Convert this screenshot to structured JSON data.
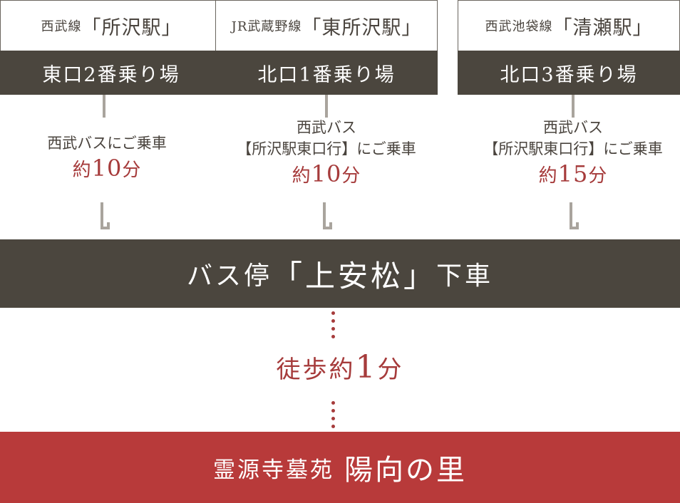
{
  "routes": [
    {
      "line": "西武線",
      "station": "「所沢駅」",
      "platform": "東口2番乗り場",
      "bus_lines": [
        "西武バスにご乗車"
      ],
      "duration_prefix": "約",
      "duration_value": "10",
      "duration_unit": "分"
    },
    {
      "line": "JR武蔵野線",
      "station": "「東所沢駅」",
      "platform": "北口1番乗り場",
      "bus_lines": [
        "西武バス",
        "【所沢駅東口行】にご乗車"
      ],
      "duration_prefix": "約",
      "duration_value": "10",
      "duration_unit": "分"
    },
    {
      "line": "西武池袋線",
      "station": "「清瀬駅」",
      "platform": "北口3番乗り場",
      "bus_lines": [
        "西武バス",
        "【所沢駅東口行】にご乗車"
      ],
      "duration_prefix": "約",
      "duration_value": "15",
      "duration_unit": "分"
    }
  ],
  "bus_stop": {
    "prefix": "バス停",
    "name": "「上安松」",
    "suffix": "下車"
  },
  "walk": {
    "prefix": "徒歩約",
    "value": "1",
    "unit": "分"
  },
  "destination": {
    "sub": "霊源寺墓苑",
    "name": "陽向の里"
  },
  "colors": {
    "dark_bar": "#4b463e",
    "accent_red": "#a63b3b",
    "destination_red": "#b83a3a",
    "connector_gray": "#a9a49d"
  }
}
